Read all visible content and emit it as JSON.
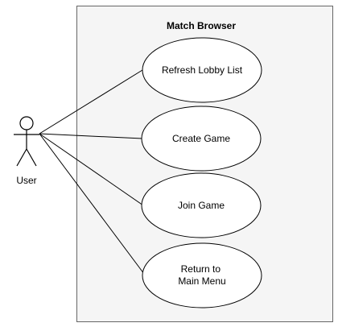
{
  "system": {
    "title": "Match Browser",
    "fill_color": "#f5f5f5",
    "border_color": "#666666"
  },
  "actor": {
    "label": "User"
  },
  "use_cases": [
    {
      "lines": [
        "Refresh Lobby List"
      ]
    },
    {
      "lines": [
        "Create Game"
      ]
    },
    {
      "lines": [
        "Join Game"
      ]
    },
    {
      "lines": [
        "Return to",
        "Main Menu"
      ]
    }
  ],
  "colors": {
    "line": "#000000",
    "ellipse_fill": "#ffffff",
    "ellipse_stroke": "#000000"
  }
}
